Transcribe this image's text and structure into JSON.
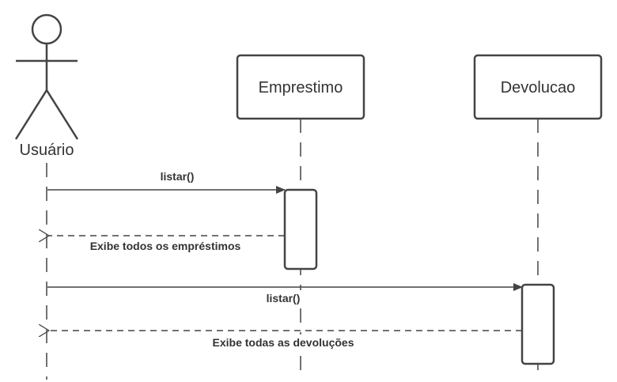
{
  "diagram": {
    "actor": {
      "label": "Usuário"
    },
    "participants": [
      {
        "id": "emprestimo",
        "label": "Emprestimo"
      },
      {
        "id": "devolucao",
        "label": "Devolucao"
      }
    ],
    "messages": [
      {
        "from": "actor",
        "to": "emprestimo",
        "label": "listar()",
        "kind": "sync"
      },
      {
        "from": "emprestimo",
        "to": "actor",
        "label": "Exibe todos os empréstimos",
        "kind": "return"
      },
      {
        "from": "actor",
        "to": "devolucao",
        "label": "listar()",
        "kind": "sync"
      },
      {
        "from": "devolucao",
        "to": "actor",
        "label": "Exibe todas as devoluções",
        "kind": "return"
      }
    ],
    "colors": {
      "stroke": "#444444",
      "text": "#333333",
      "background": "#ffffff"
    }
  }
}
